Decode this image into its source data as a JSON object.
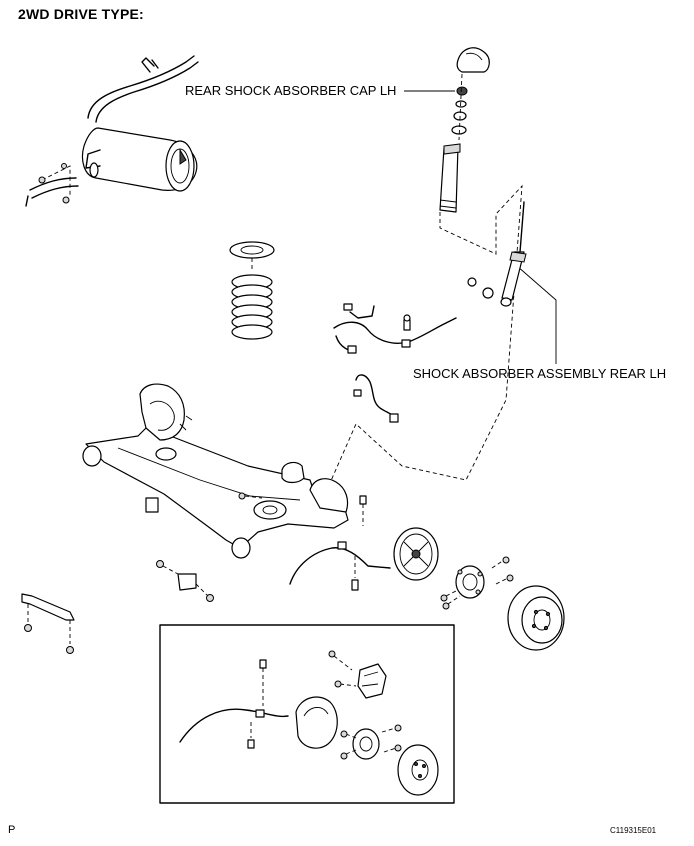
{
  "title": "2WD DRIVE TYPE:",
  "callouts": {
    "cap": "REAR SHOCK ABSORBER CAP LH",
    "shock": "SHOCK ABSORBER ASSEMBLY REAR LH"
  },
  "footer": {
    "left": "P",
    "right": "C119315E01"
  }
}
